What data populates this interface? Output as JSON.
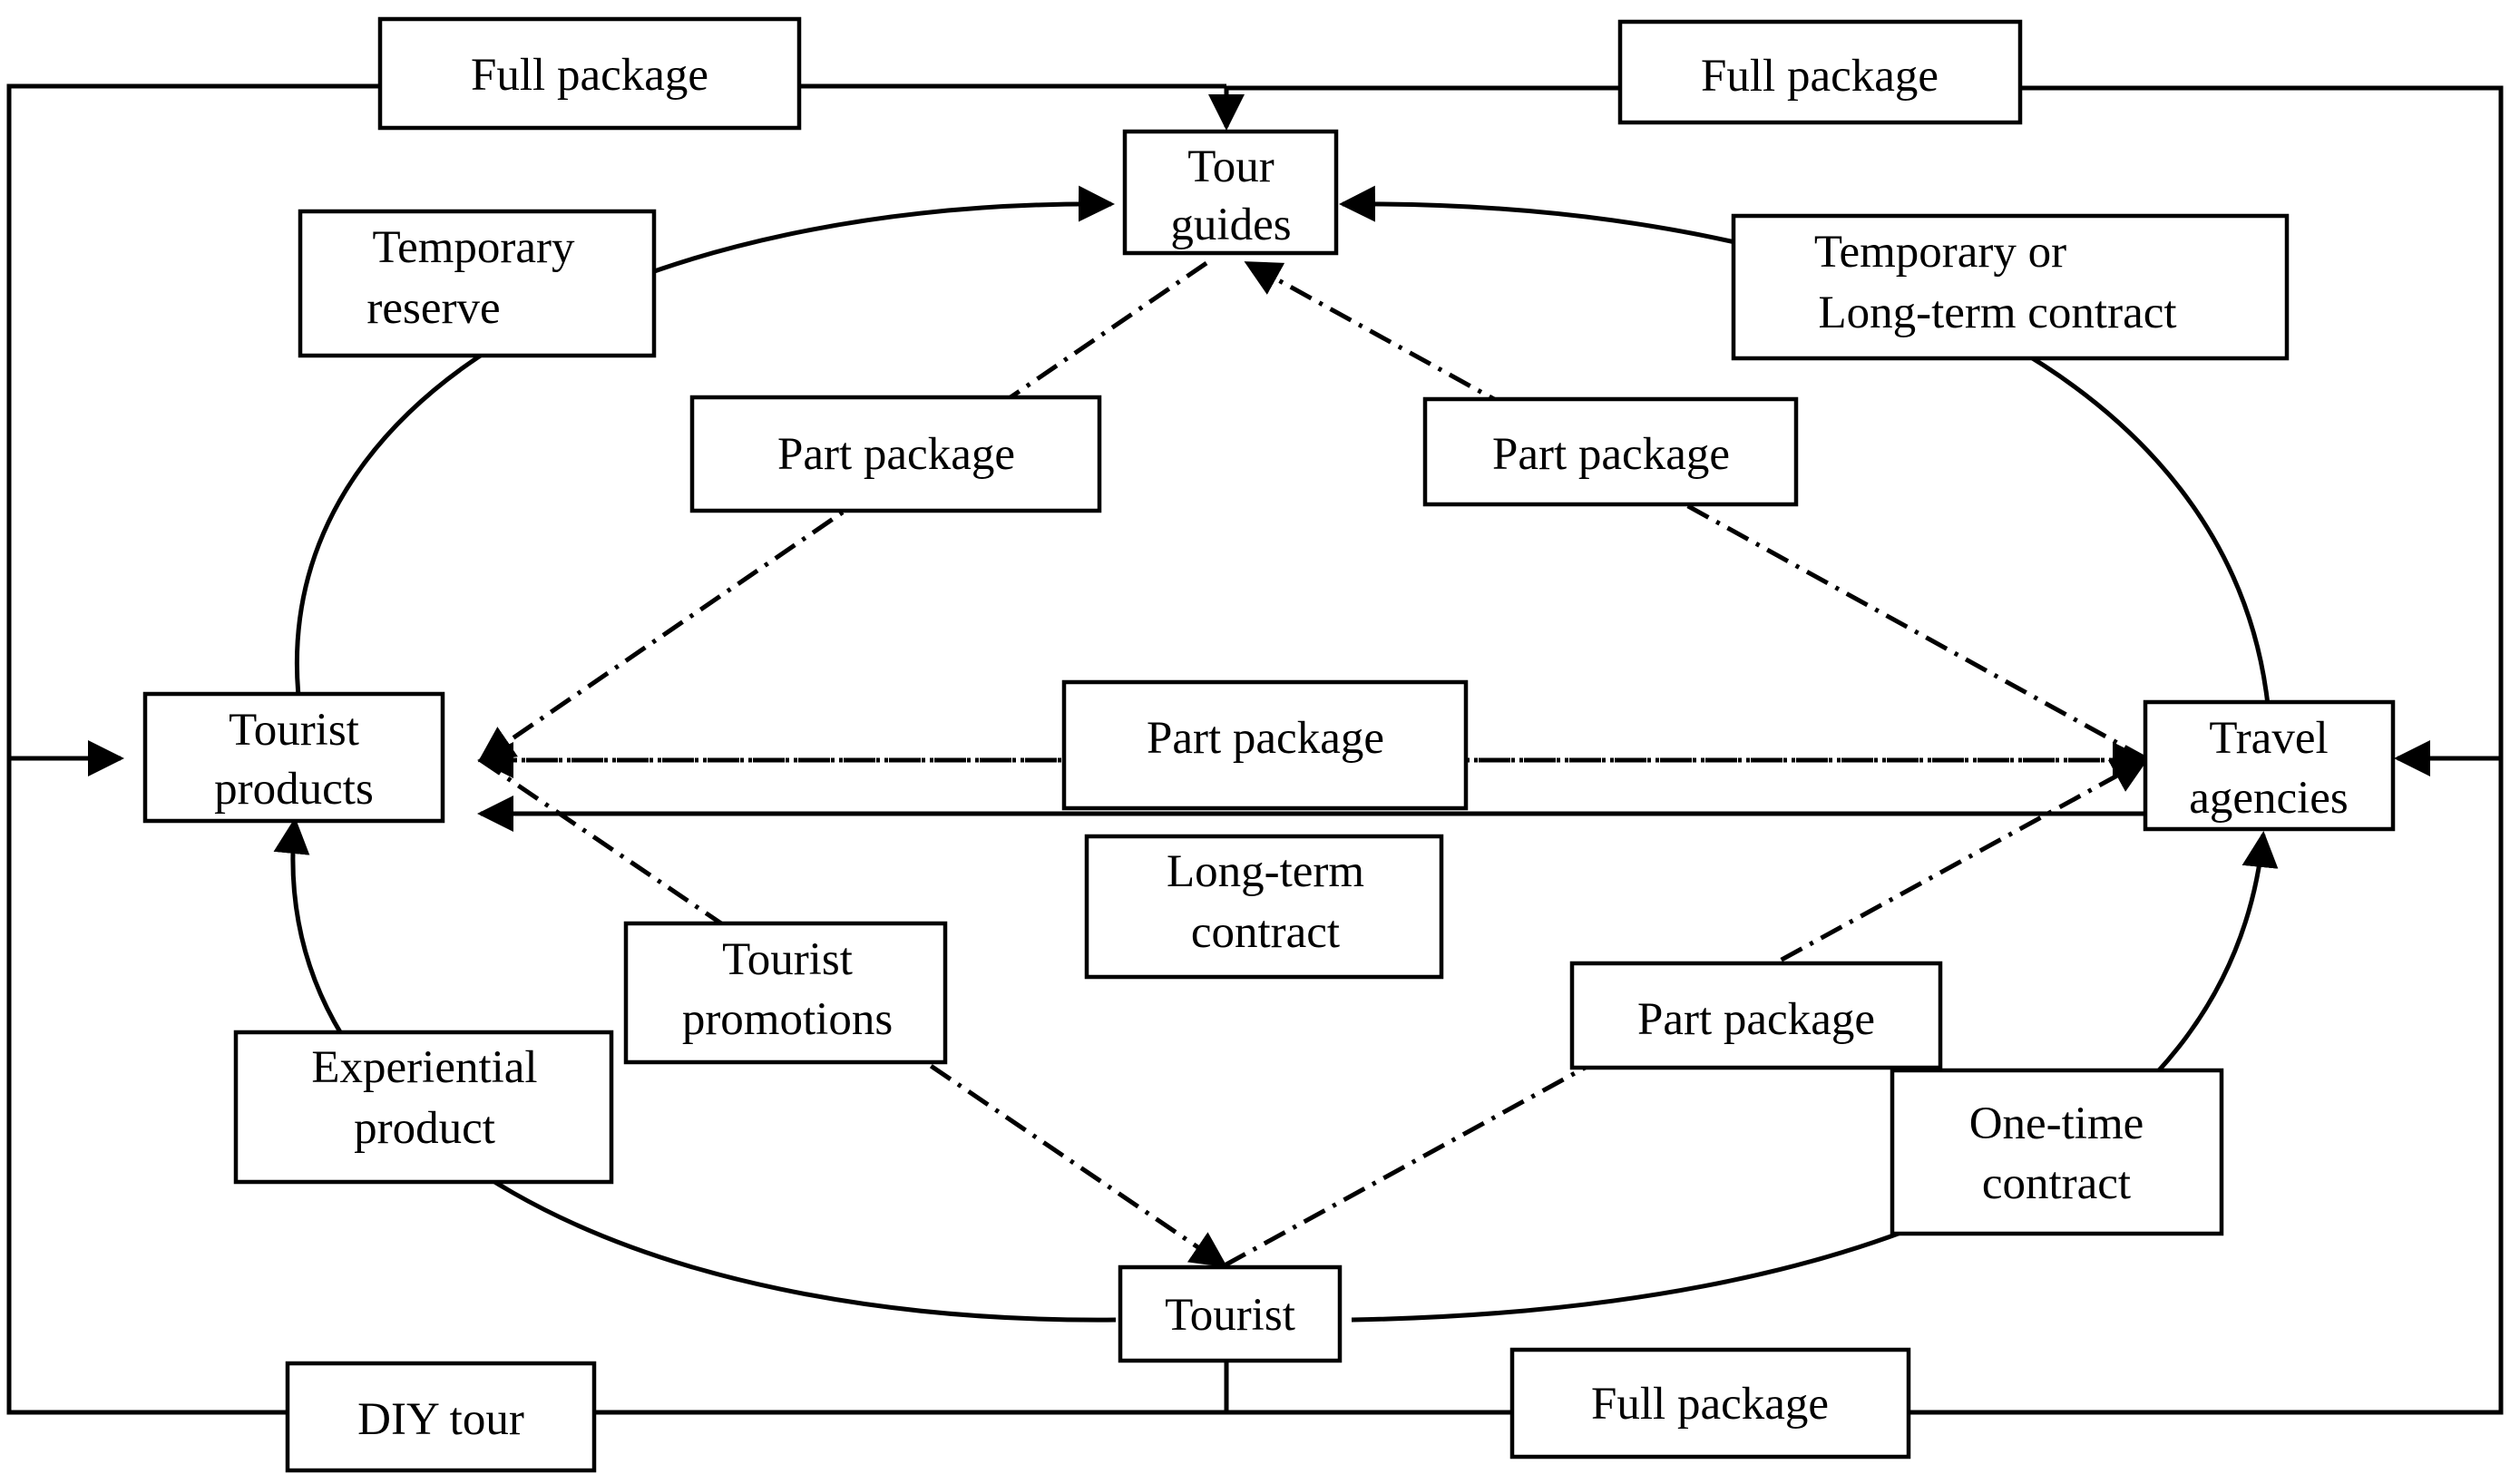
{
  "nodes": {
    "tour_guides": [
      "Tour",
      "guides"
    ],
    "tourist_products": [
      "Tourist",
      "products"
    ],
    "travel_agencies": [
      "Travel",
      "agencies"
    ],
    "tourist": [
      "Tourist"
    ]
  },
  "labels": {
    "full_package_top_left": [
      "Full package"
    ],
    "full_package_top_right": [
      "Full package"
    ],
    "full_package_bottom": [
      "Full package"
    ],
    "diy_tour": [
      "DIY tour"
    ],
    "temporary_reserve": [
      "Temporary",
      "reserve"
    ],
    "temporary_or_long_term_contract": [
      "Temporary or",
      "Long-term contract"
    ],
    "part_package_upper_left": [
      "Part package"
    ],
    "part_package_upper_right": [
      "Part package"
    ],
    "part_package_center": [
      "Part package"
    ],
    "part_package_lower_right": [
      "Part package"
    ],
    "long_term_contract": [
      "Long-term",
      "contract"
    ],
    "tourist_promotions": [
      "Tourist",
      "promotions"
    ],
    "experiential_product": [
      "Experiential",
      "product"
    ],
    "one_time_contract": [
      "One-time",
      "contract"
    ]
  }
}
